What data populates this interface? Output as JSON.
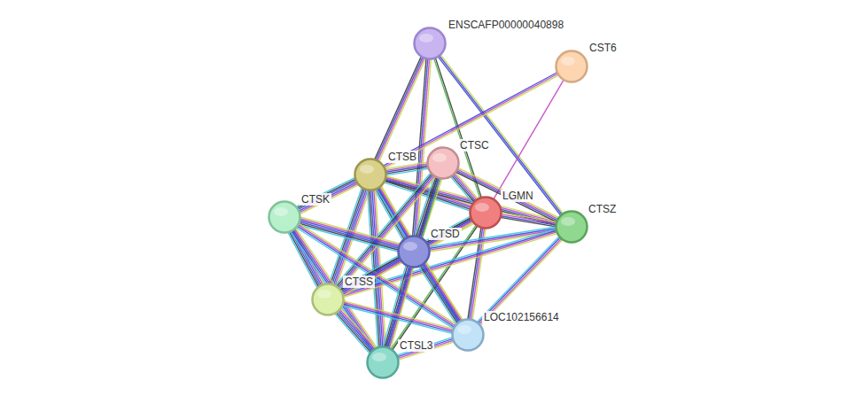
{
  "diagram": {
    "nodes": [
      {
        "text": [
          "ENSCAFP00000040898"
        ]
      },
      {
        "text": [
          "CST6"
        ]
      },
      {
        "text": [
          "CTSB"
        ]
      },
      {
        "text": [
          "CTSC"
        ]
      },
      {
        "text": [
          "LGMN"
        ]
      },
      {
        "text": [
          "CTSZ"
        ]
      },
      {
        "text": [
          "CTSK"
        ]
      },
      {
        "text": [
          "CTSD"
        ]
      },
      {
        "text": [
          "CTSS"
        ]
      },
      {
        "text": [
          "LOC102156614"
        ]
      },
      {
        "text": [
          "CTSL3"
        ]
      }
    ],
    "edges": [
      {
        "from": 0,
        "to": 2,
        "arrow": "none"
      },
      {
        "from": 0,
        "to": 7,
        "arrow": "none"
      },
      {
        "from": 0,
        "to": 4,
        "arrow": "none"
      },
      {
        "from": 0,
        "to": 5,
        "arrow": "none"
      },
      {
        "from": 1,
        "to": 2,
        "arrow": "none"
      },
      {
        "from": 1,
        "to": 4,
        "arrow": "none"
      },
      {
        "from": 2,
        "to": 3,
        "arrow": "none"
      },
      {
        "from": 2,
        "to": 4,
        "arrow": "none"
      },
      {
        "from": 2,
        "to": 5,
        "arrow": "none"
      },
      {
        "from": 2,
        "to": 6,
        "arrow": "none"
      },
      {
        "from": 2,
        "to": 7,
        "arrow": "none"
      },
      {
        "from": 2,
        "to": 8,
        "arrow": "none"
      },
      {
        "from": 2,
        "to": 9,
        "arrow": "none"
      },
      {
        "from": 2,
        "to": 10,
        "arrow": "none"
      },
      {
        "from": 3,
        "to": 4,
        "arrow": "none"
      },
      {
        "from": 3,
        "to": 5,
        "arrow": "none"
      },
      {
        "from": 3,
        "to": 7,
        "arrow": "none"
      },
      {
        "from": 3,
        "to": 8,
        "arrow": "none"
      },
      {
        "from": 3,
        "to": 10,
        "arrow": "none"
      },
      {
        "from": 4,
        "to": 7,
        "arrow": "none"
      },
      {
        "from": 4,
        "to": 5,
        "arrow": "none"
      },
      {
        "from": 4,
        "to": 8,
        "arrow": "none"
      },
      {
        "from": 4,
        "to": 9,
        "arrow": "none"
      },
      {
        "from": 4,
        "to": 10,
        "arrow": "none"
      },
      {
        "from": 5,
        "to": 7,
        "arrow": "none"
      },
      {
        "from": 5,
        "to": 8,
        "arrow": "none"
      },
      {
        "from": 5,
        "to": 9,
        "arrow": "none"
      },
      {
        "from": 6,
        "to": 7,
        "arrow": "none"
      },
      {
        "from": 6,
        "to": 8,
        "arrow": "none"
      },
      {
        "from": 6,
        "to": 9,
        "arrow": "none"
      },
      {
        "from": 6,
        "to": 10,
        "arrow": "none"
      },
      {
        "from": 7,
        "to": 8,
        "arrow": "none"
      },
      {
        "from": 7,
        "to": 9,
        "arrow": "none"
      },
      {
        "from": 7,
        "to": 10,
        "arrow": "none"
      },
      {
        "from": 8,
        "to": 9,
        "arrow": "none"
      },
      {
        "from": 8,
        "to": 10,
        "arrow": "none"
      },
      {
        "from": 9,
        "to": 10,
        "arrow": "none"
      }
    ]
  }
}
